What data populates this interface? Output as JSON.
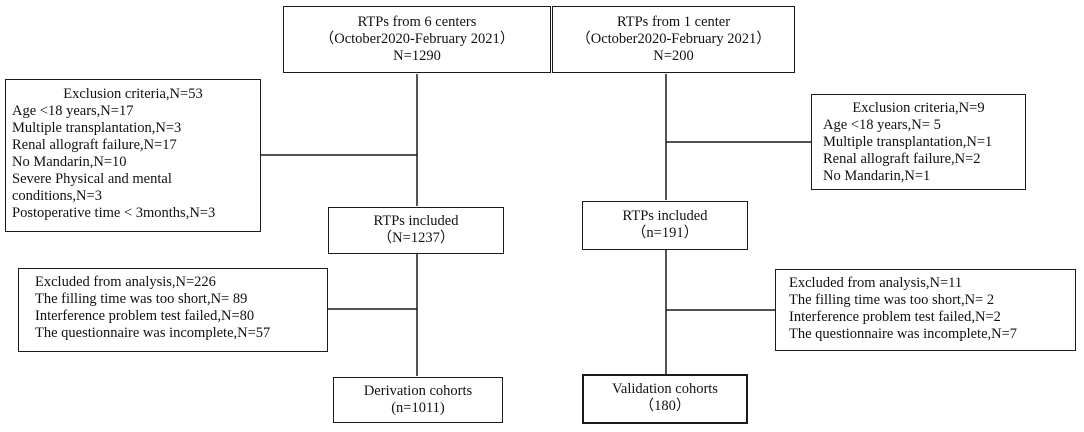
{
  "left_column": {
    "source": {
      "title": "RTPs from 6 centers",
      "period": "（October2020-February 2021）",
      "count": "N=1290"
    },
    "exclusion": {
      "title": "Exclusion criteria,N=53",
      "items": [
        "Age <18 years,N=17",
        "Multiple transplantation,N=3",
        "Renal allograft failure,N=17",
        "No Mandarin,N=10",
        "Severe Physical and mental",
        "conditions,N=3",
        "Postoperative time < 3months,N=3"
      ]
    },
    "included": {
      "title": "RTPs included",
      "count": "（N=1237）"
    },
    "excluded_analysis": {
      "items": [
        "Excluded from analysis,N=226",
        "The filling time was too short,N= 89",
        "Interference problem test failed,N=80",
        "The questionnaire was incomplete,N=57"
      ]
    },
    "cohort": {
      "title": "Derivation cohorts",
      "count": "(n=1011)"
    }
  },
  "right_column": {
    "source": {
      "title": "RTPs from 1 center",
      "period": "（October2020-February 2021）",
      "count": "N=200"
    },
    "exclusion": {
      "title": "Exclusion criteria,N=9",
      "items": [
        "Age <18 years,N= 5",
        "Multiple transplantation,N=1",
        "Renal allograft failure,N=2",
        "No Mandarin,N=1"
      ]
    },
    "included": {
      "title": "RTPs included",
      "count": "（n=191）"
    },
    "excluded_analysis": {
      "items": [
        "Excluded from analysis,N=11",
        "The filling time was too short,N= 2",
        "Interference problem test failed,N=2",
        "The questionnaire was incomplete,N=7"
      ]
    },
    "cohort": {
      "title": "Validation cohorts",
      "count": "（180）"
    }
  }
}
